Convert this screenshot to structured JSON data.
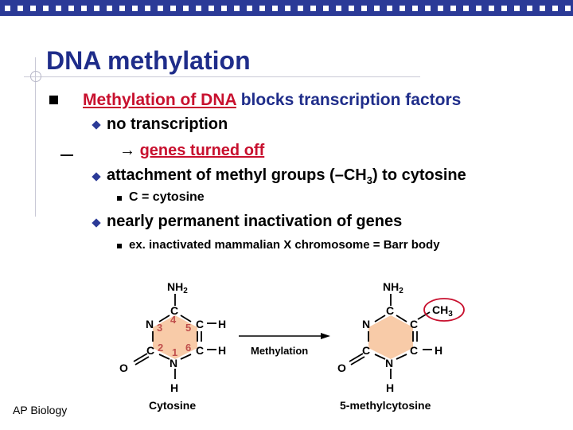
{
  "colors": {
    "title_blue": "#1f2d8a",
    "bar_blue": "#2b3a97",
    "accent_red": "#c8102e",
    "ring_fill": "#f8cba8"
  },
  "title": "DNA methylation",
  "heading": {
    "underlined_part": "Methylation of DNA",
    "rest": " blocks transcription factors"
  },
  "bullets": {
    "no_transcription": "no transcription",
    "arrow": "→",
    "genes_off": "genes turned off",
    "attachment_pre": "attachment of methyl groups (–CH",
    "attachment_sub": "3",
    "attachment_post": ") to cytosine",
    "c_cytosine": "C = cytosine",
    "inactivation": "nearly permanent inactivation of genes",
    "barr": "ex. inactivated mammalian X chromosome = Barr body"
  },
  "diagram": {
    "left": {
      "nh": "NH",
      "nh_sub": "2",
      "c_top": "C",
      "n3": "N",
      "num3": "3",
      "num4": "4",
      "c4": "C",
      "num5": "5",
      "h_right": "H",
      "c2": "C",
      "num2": "2",
      "num1": "1",
      "num6": "6",
      "c6": "C",
      "h_right2": "H",
      "o": "O",
      "n1": "N",
      "h_bottom": "H",
      "caption": "Cytosine"
    },
    "arrow_label": "Methylation",
    "right": {
      "nh": "NH",
      "nh_sub": "2",
      "c_top": "C",
      "n3": "N",
      "c4": "C",
      "ch": "CH",
      "ch_sub": "3",
      "c2": "C",
      "c6": "C",
      "h_right": "H",
      "o": "O",
      "n1": "N",
      "h_bottom": "H",
      "caption": "5-methylcytosine"
    }
  },
  "footer": "AP Biology"
}
